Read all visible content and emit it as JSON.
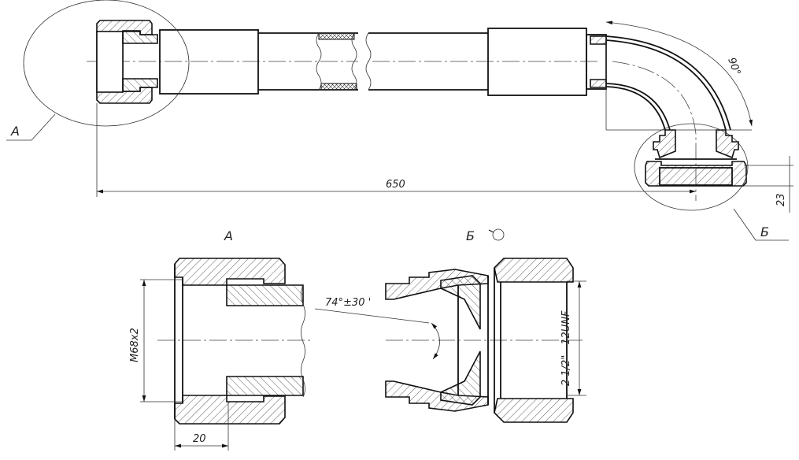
{
  "drawing": {
    "callout_a": "A",
    "callout_b": "Б",
    "length_dim": "650",
    "angle_dim": "90°",
    "height_dim": "23",
    "view_a_title": "A",
    "view_b_title": "Б",
    "thread_a": "M68x2",
    "width_a": "20",
    "cone_angle": "74°±30 '",
    "thread_b": "2 1/2\" - 12UNF"
  }
}
